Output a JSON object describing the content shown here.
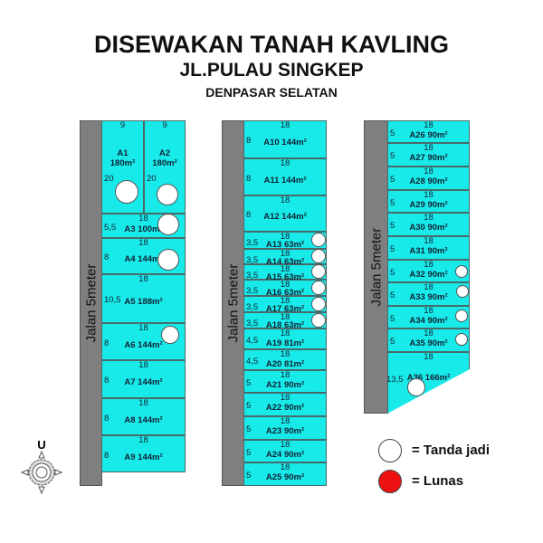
{
  "title": "DISEWAKAN TANAH KAVLING",
  "subtitle": "JL.PULAU SINGKEP",
  "location": "DENPASAR SELATAN",
  "road_label": "Jalan 5meter",
  "compass_label": "U",
  "colors": {
    "plot": "#18eaea",
    "road": "#7f7f7f",
    "tanda_jadi": "#ffffff",
    "lunas": "#ee1111"
  },
  "legend": [
    {
      "symbol": "white-circle",
      "label": "= Tanda jadi"
    },
    {
      "symbol": "red-circle",
      "label": "= Lunas"
    }
  ],
  "plots": [
    {
      "id": "A1",
      "top": "9",
      "side": "20",
      "name": "A1\n180m²",
      "status": "tanda_jadi"
    },
    {
      "id": "A2",
      "top": "9",
      "side": "20",
      "name": "A2\n180m²",
      "status": "tanda_jadi"
    },
    {
      "id": "A3",
      "top": "18",
      "side": "5,5",
      "name": "A3 100m²",
      "status": "tanda_jadi"
    },
    {
      "id": "A4",
      "top": "18",
      "side": "8",
      "name": "A4 144m²",
      "status": "tanda_jadi"
    },
    {
      "id": "A5",
      "top": "18",
      "side": "10,5",
      "name": "A5 188m²",
      "status": ""
    },
    {
      "id": "A6",
      "top": "18",
      "side": "8",
      "name": "A6 144m²",
      "status": "tanda_jadi"
    },
    {
      "id": "A7",
      "top": "18",
      "side": "8",
      "name": "A7 144m²",
      "status": ""
    },
    {
      "id": "A8",
      "top": "18",
      "side": "8",
      "name": "A8 144m²",
      "status": ""
    },
    {
      "id": "A9",
      "top": "18",
      "side": "8",
      "name": "A9 144m²",
      "status": ""
    },
    {
      "id": "A10",
      "top": "18",
      "side": "8",
      "name": "A10 144m²",
      "status": ""
    },
    {
      "id": "A11",
      "top": "18",
      "side": "8",
      "name": "A11 144m²",
      "status": ""
    },
    {
      "id": "A12",
      "top": "18",
      "side": "8",
      "name": "A12 144m²",
      "status": ""
    },
    {
      "id": "A13",
      "top": "18",
      "side": "3,5",
      "name": "A13 63m²",
      "status": "tanda_jadi"
    },
    {
      "id": "A14",
      "top": "18",
      "side": "3,5",
      "name": "A14 63m²",
      "status": "tanda_jadi"
    },
    {
      "id": "A15",
      "top": "18",
      "side": "3,5",
      "name": "A15 63m²",
      "status": "tanda_jadi"
    },
    {
      "id": "A16",
      "top": "18",
      "side": "3,5",
      "name": "A16 63m²",
      "status": "tanda_jadi"
    },
    {
      "id": "A17",
      "top": "18",
      "side": "3,5",
      "name": "A17 63m²",
      "status": "tanda_jadi"
    },
    {
      "id": "A18",
      "top": "18",
      "side": "3,5",
      "name": "A18 63m²",
      "status": "tanda_jadi"
    },
    {
      "id": "A19",
      "top": "18",
      "side": "4,5",
      "name": "A19 81m²",
      "status": ""
    },
    {
      "id": "A20",
      "top": "18",
      "side": "4,5",
      "name": "A20 81m²",
      "status": ""
    },
    {
      "id": "A21",
      "top": "18",
      "side": "5",
      "name": "A21 90m²",
      "status": ""
    },
    {
      "id": "A22",
      "top": "18",
      "side": "5",
      "name": "A22 90m²",
      "status": ""
    },
    {
      "id": "A23",
      "top": "18",
      "side": "5",
      "name": "A23 90m²",
      "status": ""
    },
    {
      "id": "A24",
      "top": "18",
      "side": "5",
      "name": "A24 90m²",
      "status": ""
    },
    {
      "id": "A25",
      "top": "18",
      "side": "5",
      "name": "A25 90m²",
      "status": ""
    },
    {
      "id": "A26",
      "top": "18",
      "side": "5",
      "name": "A26 90m²",
      "status": ""
    },
    {
      "id": "A27",
      "top": "18",
      "side": "5",
      "name": "A27 90m²",
      "status": ""
    },
    {
      "id": "A28",
      "top": "18",
      "side": "5",
      "name": "A28 90m²",
      "status": ""
    },
    {
      "id": "A29",
      "top": "18",
      "side": "5",
      "name": "A29 90m²",
      "status": ""
    },
    {
      "id": "A30",
      "top": "18",
      "side": "5",
      "name": "A30 90m²",
      "status": ""
    },
    {
      "id": "A31",
      "top": "18",
      "side": "5",
      "name": "A31 90m²",
      "status": ""
    },
    {
      "id": "A32",
      "top": "18",
      "side": "5",
      "name": "A32 90m²",
      "status": "tanda_jadi"
    },
    {
      "id": "A33",
      "top": "18",
      "side": "5",
      "name": "A33 90m²",
      "status": "tanda_jadi"
    },
    {
      "id": "A34",
      "top": "18",
      "side": "5",
      "name": "A34 90m²",
      "status": "tanda_jadi"
    },
    {
      "id": "A35",
      "top": "18",
      "side": "5",
      "name": "A35 90m²",
      "status": "tanda_jadi"
    },
    {
      "id": "A36",
      "top": "18",
      "side": "13,5",
      "name": "A36 166m²",
      "status": "tanda_jadi"
    }
  ]
}
